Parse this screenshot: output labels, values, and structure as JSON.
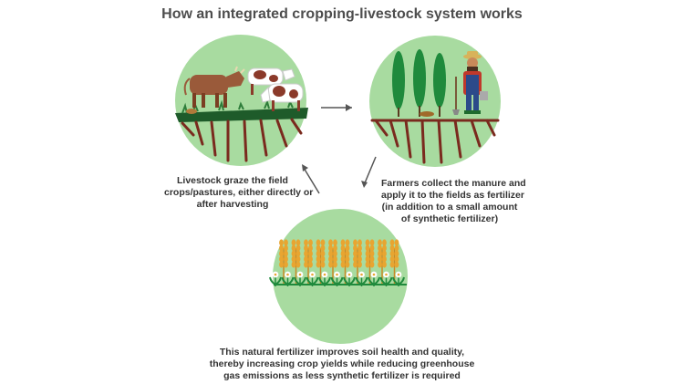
{
  "title": "How an integrated cropping-livestock system works",
  "steps": [
    {
      "lines": [
        "Livestock graze the field",
        "crops/pastures, either directly or",
        "after harvesting"
      ]
    },
    {
      "lines": [
        "Farmers collect the manure and",
        "apply it to the fields as fertilizer",
        "(in addition to a small amount",
        "of synthetic fertilizer)"
      ]
    },
    {
      "lines": [
        "This natural fertilizer improves soil health and quality,",
        "thereby increasing crop yields while reducing greenhouse",
        "gas emissions as less synthetic fertilizer is required"
      ]
    }
  ],
  "colors": {
    "circle": "#a8dba0",
    "soil": "#7a2a1e",
    "tree": "#1f8a3c",
    "wheat": "#e8a531",
    "arrow": "#555555",
    "cow_brown": "#9a5a3a",
    "title": "#4d4d4d"
  }
}
